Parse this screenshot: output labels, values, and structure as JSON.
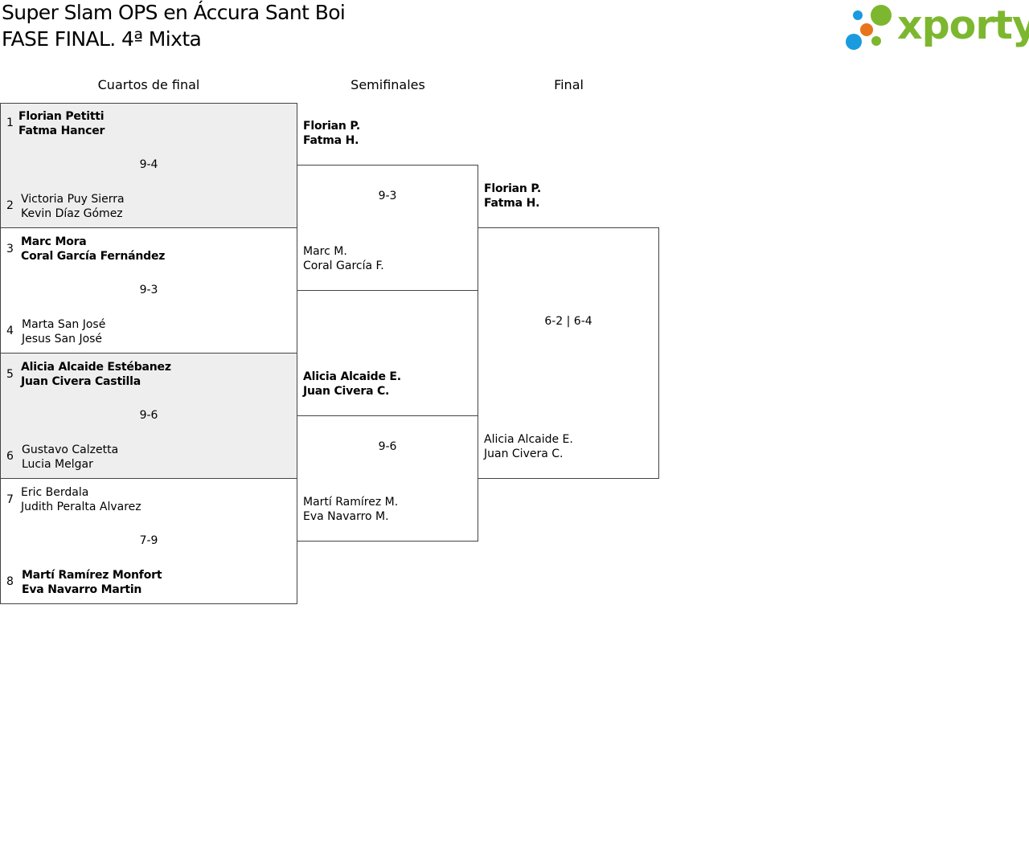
{
  "header": {
    "title_line1": "Super Slam OPS en Áccura Sant Boi",
    "title_line2": "FASE FINAL. 4ª Mixta"
  },
  "logo": {
    "text": "xporty",
    "colors": {
      "green": "#7db72f",
      "orange": "#e8741b",
      "blue": "#1a9be0"
    }
  },
  "rounds": {
    "quarterfinals": "Cuartos de final",
    "semifinals": "Semifinales",
    "final": "Final"
  },
  "quarterfinals": [
    {
      "score": "9-4",
      "top": {
        "seed": "1",
        "p1": "Florian Petitti",
        "p2": "Fatma Hancer"
      },
      "bottom": {
        "seed": "2",
        "p1": "Victoria Puy Sierra",
        "p2": "Kevin Díaz Gómez"
      }
    },
    {
      "score": "9-3",
      "top": {
        "seed": "3",
        "p1": "Marc Mora",
        "p2": "Coral García Fernández"
      },
      "bottom": {
        "seed": "4",
        "p1": "Marta San José",
        "p2": "Jesus San José"
      }
    },
    {
      "score": "9-6",
      "top": {
        "seed": "5",
        "p1": "Alicia Alcaide Estébanez",
        "p2": "Juan Civera Castilla"
      },
      "bottom": {
        "seed": "6",
        "p1": "Gustavo Calzetta",
        "p2": "Lucia Melgar"
      }
    },
    {
      "score": "7-9",
      "top": {
        "seed": "7",
        "p1": "Eric Berdala",
        "p2": "Judith Peralta Alvarez"
      },
      "bottom": {
        "seed": "8",
        "p1": "Martí Ramírez Monfort",
        "p2": "Eva Navarro Martin"
      }
    }
  ],
  "semifinals": [
    {
      "score": "9-3",
      "top": {
        "p1": "Florian P.",
        "p2": "Fatma H."
      },
      "bottom": {
        "p1": "Marc M.",
        "p2": "Coral García F."
      }
    },
    {
      "score": "9-6",
      "top": {
        "p1": "Alicia Alcaide E.",
        "p2": "Juan Civera C."
      },
      "bottom": {
        "p1": "Martí Ramírez M.",
        "p2": "Eva Navarro M."
      }
    }
  ],
  "final": {
    "score": "6-2 | 6-4",
    "top": {
      "p1": "Florian P.",
      "p2": "Fatma H."
    },
    "bottom": {
      "p1": "Alicia Alcaide E.",
      "p2": "Juan Civera C."
    }
  }
}
